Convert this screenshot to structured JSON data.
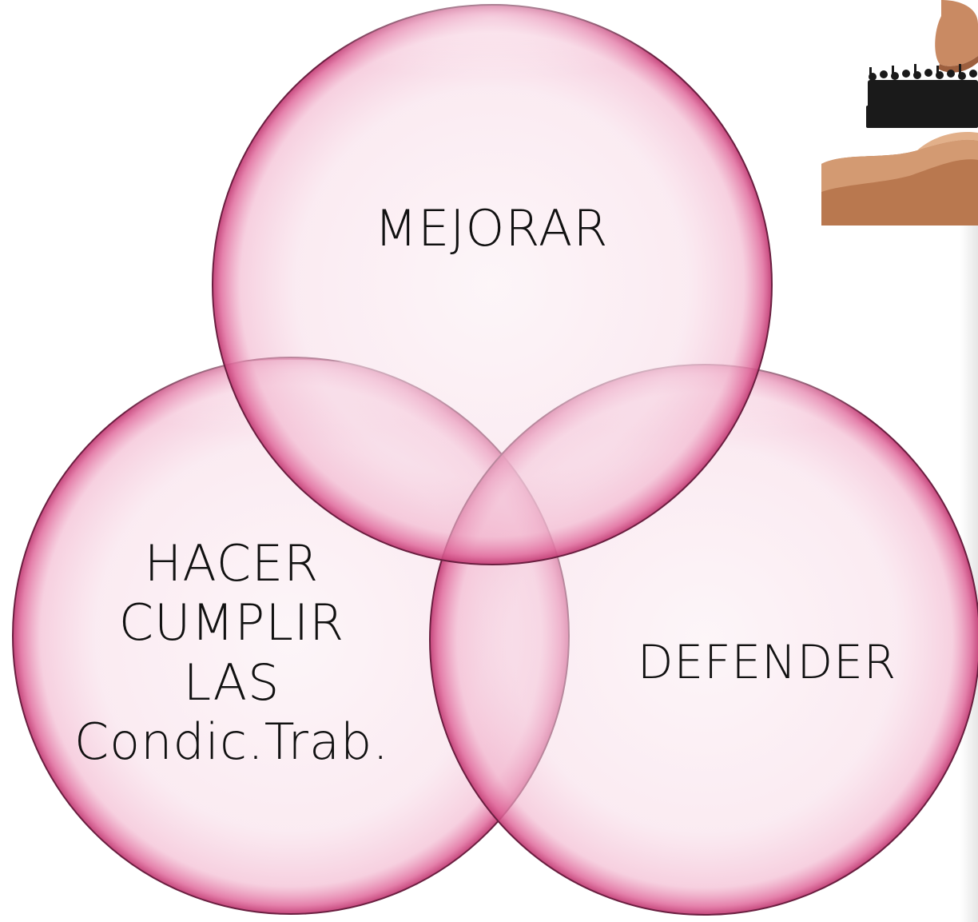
{
  "diagram": {
    "circles": [
      {
        "id": "top",
        "label_lines": [
          "MEJORAR"
        ]
      },
      {
        "id": "left",
        "label_lines": [
          "HACER",
          "CUMPLIR",
          "LAS",
          "Condic.Trab."
        ]
      },
      {
        "id": "right",
        "label_lines": [
          "DEFENDER"
        ]
      }
    ],
    "colors": {
      "fill": "#f6d3e2",
      "stroke": "#b12a63",
      "rim": "#e77aa8"
    }
  },
  "decoration": {
    "image": "hands-protecting-crowd-photo"
  }
}
